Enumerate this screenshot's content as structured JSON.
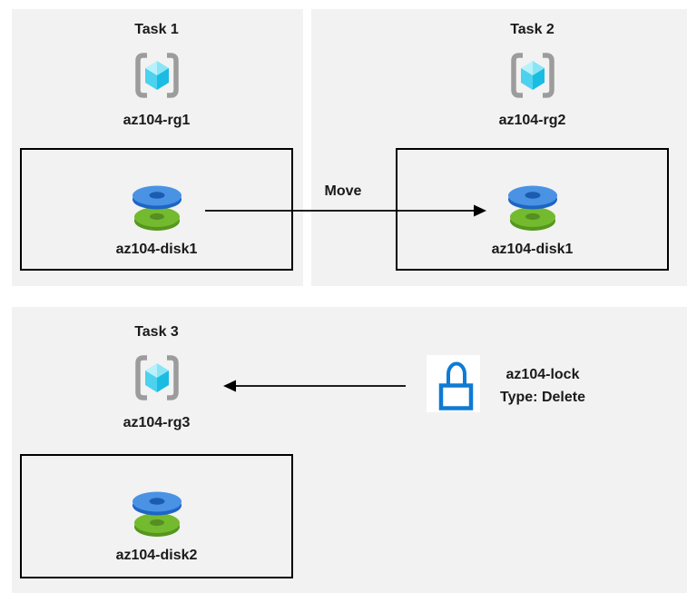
{
  "tasks": {
    "task1": {
      "title": "Task 1",
      "rg": "az104-rg1",
      "disk": "az104-disk1"
    },
    "task2": {
      "title": "Task 2",
      "rg": "az104-rg2",
      "disk": "az104-disk1"
    },
    "task3": {
      "title": "Task 3",
      "rg": "az104-rg3",
      "disk": "az104-disk2"
    }
  },
  "move": {
    "label": "Move"
  },
  "lock": {
    "name": "az104-lock",
    "type": "Type: Delete"
  },
  "colors": {
    "panel_bg": "#f2f2f2",
    "box_border": "#000000",
    "arrow": "#000000",
    "text": "#1a1a1a",
    "lock_blue": "#0e7bd4",
    "bracket_gray": "#9c9c9c",
    "cube_cyan_light": "#b9f1fb",
    "cube_cyan_mid": "#88e5f6",
    "cube_cyan_left": "#4cd2ee",
    "cube_cyan_dark": "#1abce2",
    "disk_blue_top": "#4a92e4",
    "disk_blue_side": "#1d65c6",
    "disk_green_top": "#74ba2f",
    "disk_green_side": "#55961d"
  }
}
